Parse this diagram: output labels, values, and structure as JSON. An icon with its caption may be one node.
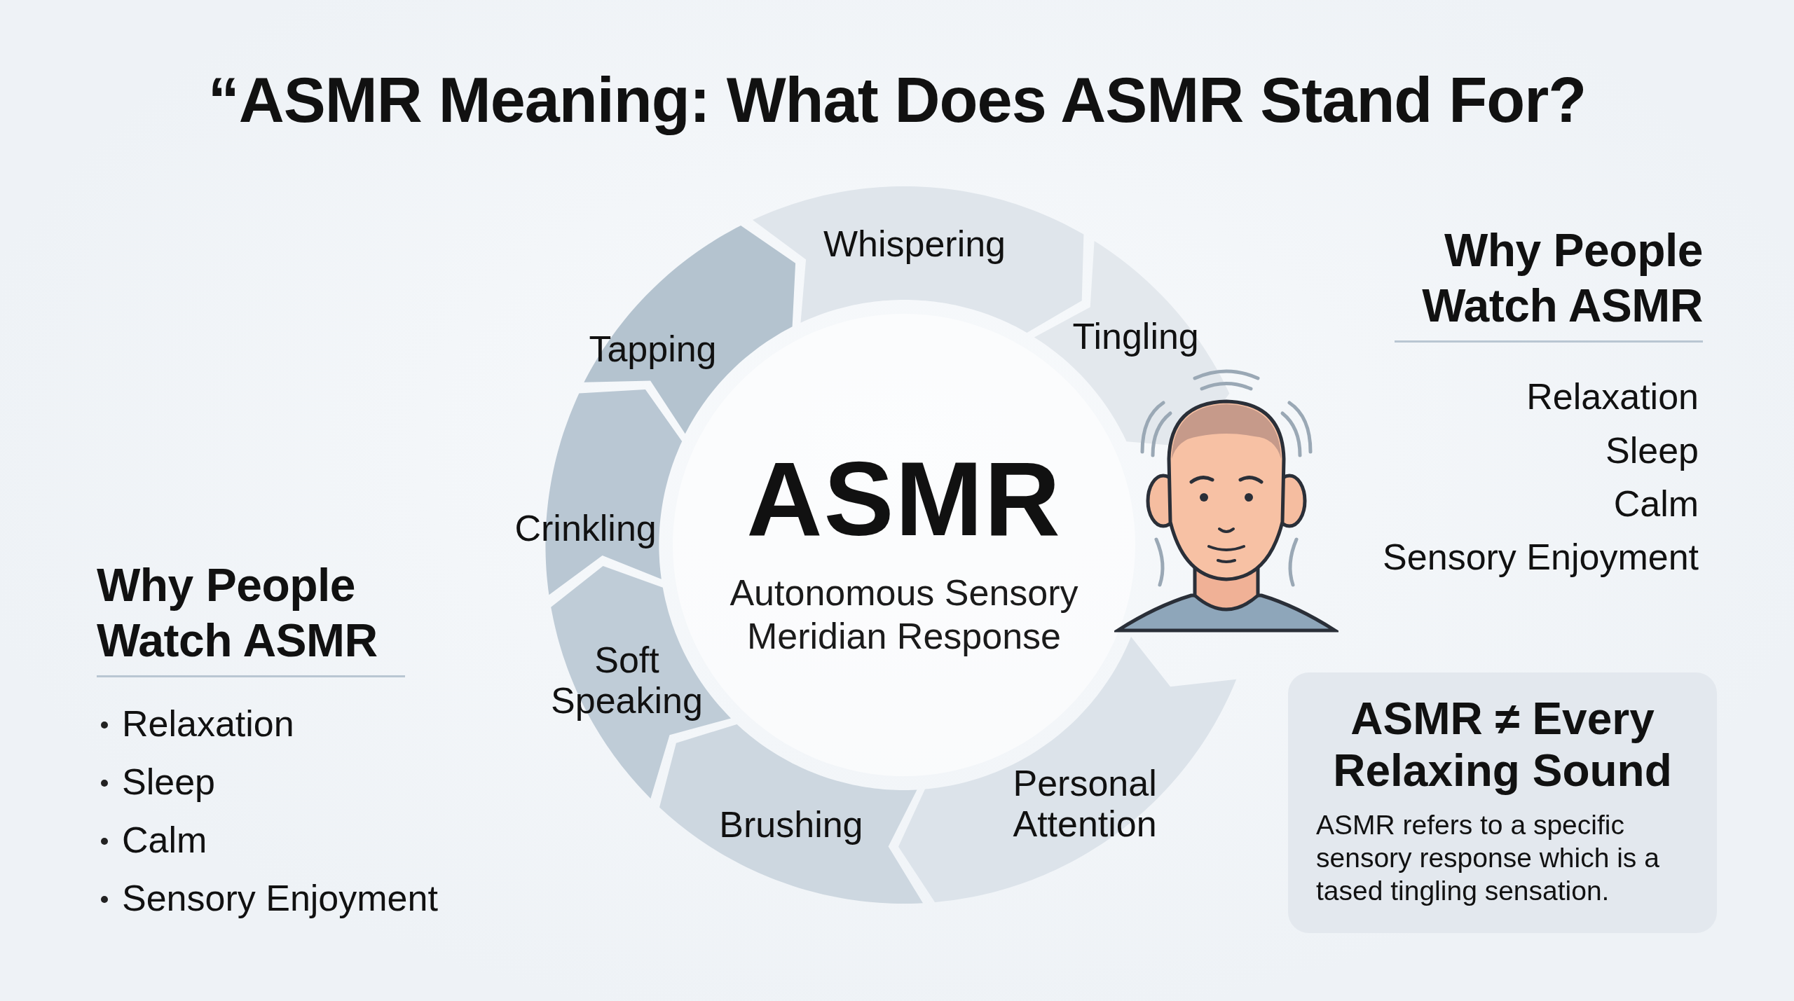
{
  "diagram": {
    "title": "“ASMR Meaning: What Does ASMR Stand For?",
    "nodes": [
      {
        "text": [
          "ASMR",
          "Autonomous Sensory Meridian Response"
        ]
      },
      {
        "text": [
          "Whispering"
        ]
      },
      {
        "text": [
          "Tingling"
        ]
      },
      {
        "text": [
          "Personal Attention"
        ]
      },
      {
        "text": [
          "Brushing"
        ]
      },
      {
        "text": [
          "Soft Speaking"
        ]
      },
      {
        "text": [
          "Crinkling"
        ]
      },
      {
        "text": [
          "Tapping"
        ]
      },
      {
        "text": [
          "ASMR ≠ Every Relaxing Sound",
          "ASMR refers to a specific sensory response which is a tased tingling sensation."
        ]
      }
    ],
    "labels": [
      "Why People Watch ASMR",
      "Relaxation",
      "Sleep",
      "Calm",
      "Sensory Enjoyment",
      "Why People Watch ASMR",
      "Relaxation",
      "Sleep",
      "Calm",
      "Sensory Enjoyment"
    ]
  }
}
